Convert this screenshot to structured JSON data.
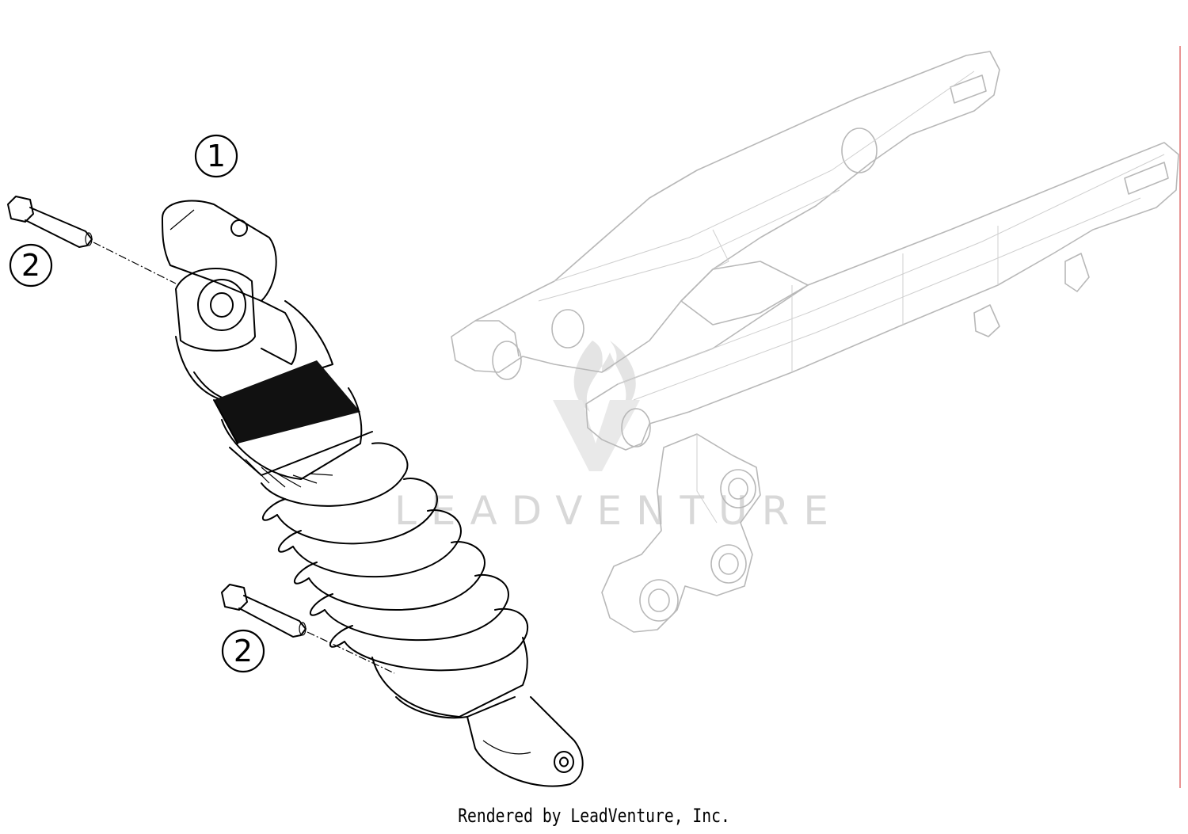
{
  "diagram": {
    "callouts": [
      {
        "id": "shock-absorber",
        "label": "1"
      },
      {
        "id": "screw-top",
        "label": "2"
      },
      {
        "id": "screw-bottom",
        "label": "2"
      }
    ],
    "watermark": "LEADVENTURE",
    "credit": "Rendered by LeadVenture, Inc.",
    "colors": {
      "line": "#000000",
      "ghost_line": "#b8b8b8",
      "watermark": "#d8d8d8",
      "border_right": "#e07070"
    }
  }
}
